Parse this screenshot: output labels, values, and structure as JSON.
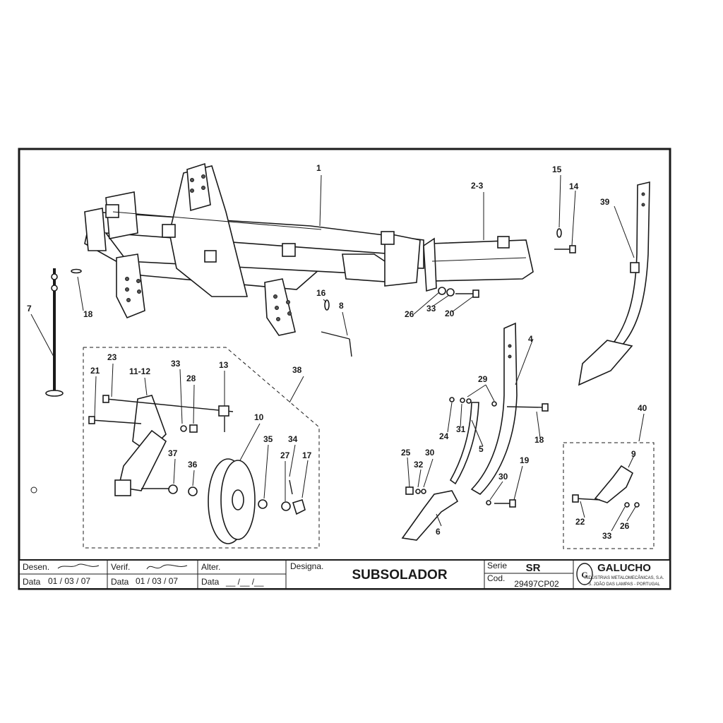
{
  "part_labels": {
    "p1": "1",
    "p2_3": "2-3",
    "p4": "4",
    "p5": "5",
    "p6": "6",
    "p7": "7",
    "p8": "8",
    "p9": "9",
    "p10": "10",
    "p11_12": "11-12",
    "p13": "13",
    "p14": "14",
    "p15": "15",
    "p16": "16",
    "p17": "17",
    "p18a": "18",
    "p18b": "18",
    "p19": "19",
    "p20": "20",
    "p21": "21",
    "p22": "22",
    "p23": "23",
    "p24": "24",
    "p25": "25",
    "p26a": "26",
    "p26b": "26",
    "p27": "27",
    "p28a": "28",
    "p29": "29",
    "p30a": "30",
    "p30b": "30",
    "p31": "31",
    "p32": "32",
    "p33a": "33",
    "p33b": "33",
    "p33c": "33",
    "p34": "34",
    "p35": "35",
    "p36": "36",
    "p37": "37",
    "p38": "38",
    "p39": "39",
    "p40": "40"
  },
  "title_block": {
    "desen_label": "Desen.",
    "desen_date_label": "Data",
    "desen_date": "01 / 03 / 07",
    "verif_label": "Verif.",
    "verif_date_label": "Data",
    "verif_date": "01 / 03 / 07",
    "alter_label": "Alter.",
    "alter_date_label": "Data",
    "alter_date": "__ /__ /__",
    "designa_label": "Designa.",
    "title": "SUBSOLADOR",
    "serie_label": "Serie",
    "serie_value": "SR",
    "cod_label": "Cod.",
    "cod_value": "29497CP02",
    "company_name": "GALUCHO",
    "company_sub": "INDÚSTRIAS METALOMECÂNICAS, S.A.",
    "company_place": "S. JOÃO DAS LAMPAS - PORTUGAL"
  },
  "colors": {
    "ink": "#1a1a1a",
    "paper": "#ffffff"
  }
}
